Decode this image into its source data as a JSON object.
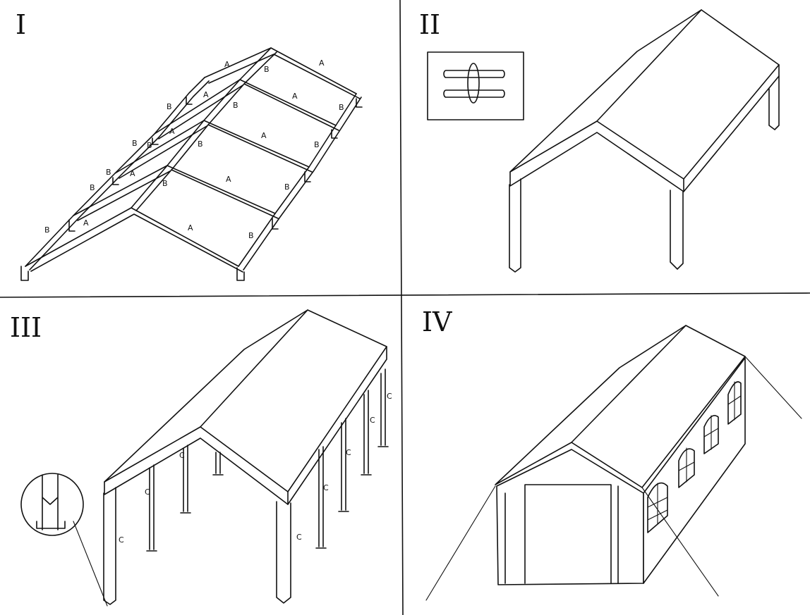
{
  "panels": [
    {
      "number": "I",
      "labels": [
        "A",
        "A",
        "A",
        "A",
        "A",
        "A",
        "A",
        "A",
        "A",
        "A",
        "B",
        "B",
        "B",
        "B",
        "B",
        "B",
        "B",
        "B",
        "B",
        "B",
        "B",
        "B",
        "B",
        "B"
      ]
    },
    {
      "number": "II"
    },
    {
      "number": "III",
      "labels": [
        "C",
        "C",
        "C",
        "C",
        "C",
        "C",
        "C",
        "C"
      ]
    },
    {
      "number": "IV"
    }
  ]
}
